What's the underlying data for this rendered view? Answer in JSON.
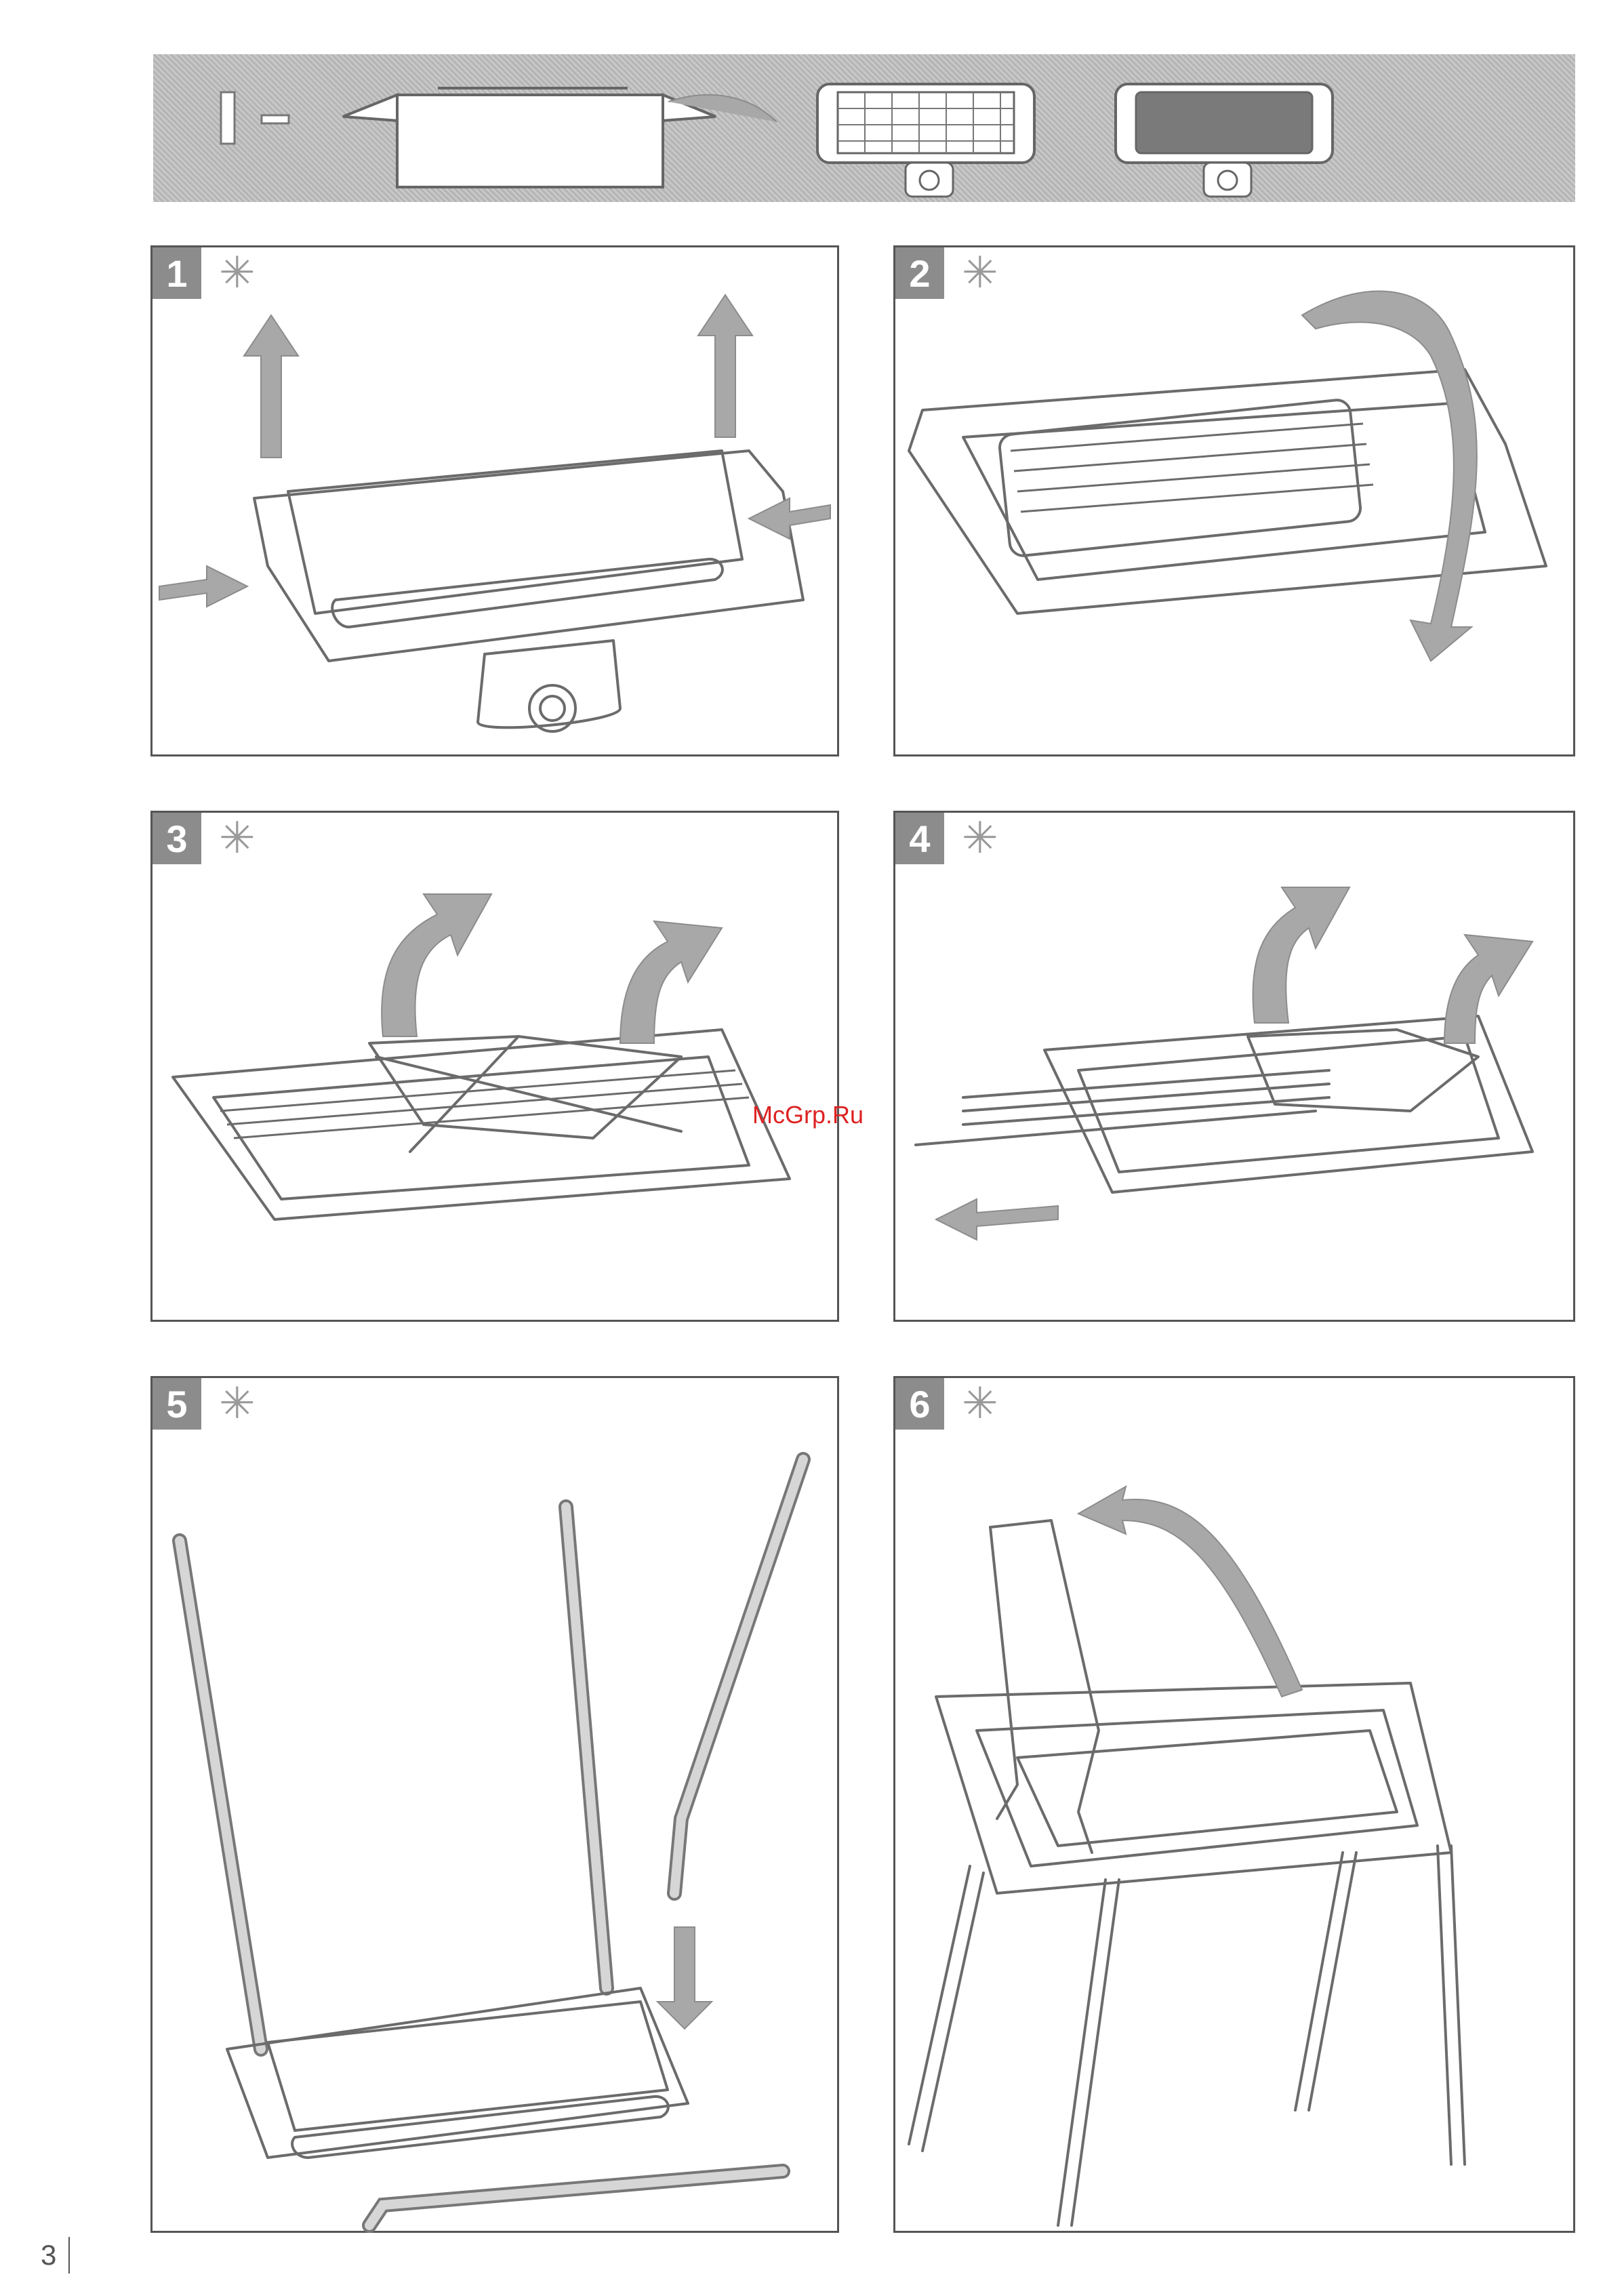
{
  "banner": {
    "icon": "unpack-sequence"
  },
  "steps": [
    {
      "number": "1",
      "marker": "✳"
    },
    {
      "number": "2",
      "marker": "✳"
    },
    {
      "number": "3",
      "marker": "✳"
    },
    {
      "number": "4",
      "marker": "✳"
    },
    {
      "number": "5",
      "marker": "✳"
    },
    {
      "number": "6",
      "marker": "✳"
    }
  ],
  "watermark": "McGrp.Ru",
  "page_number": "3"
}
